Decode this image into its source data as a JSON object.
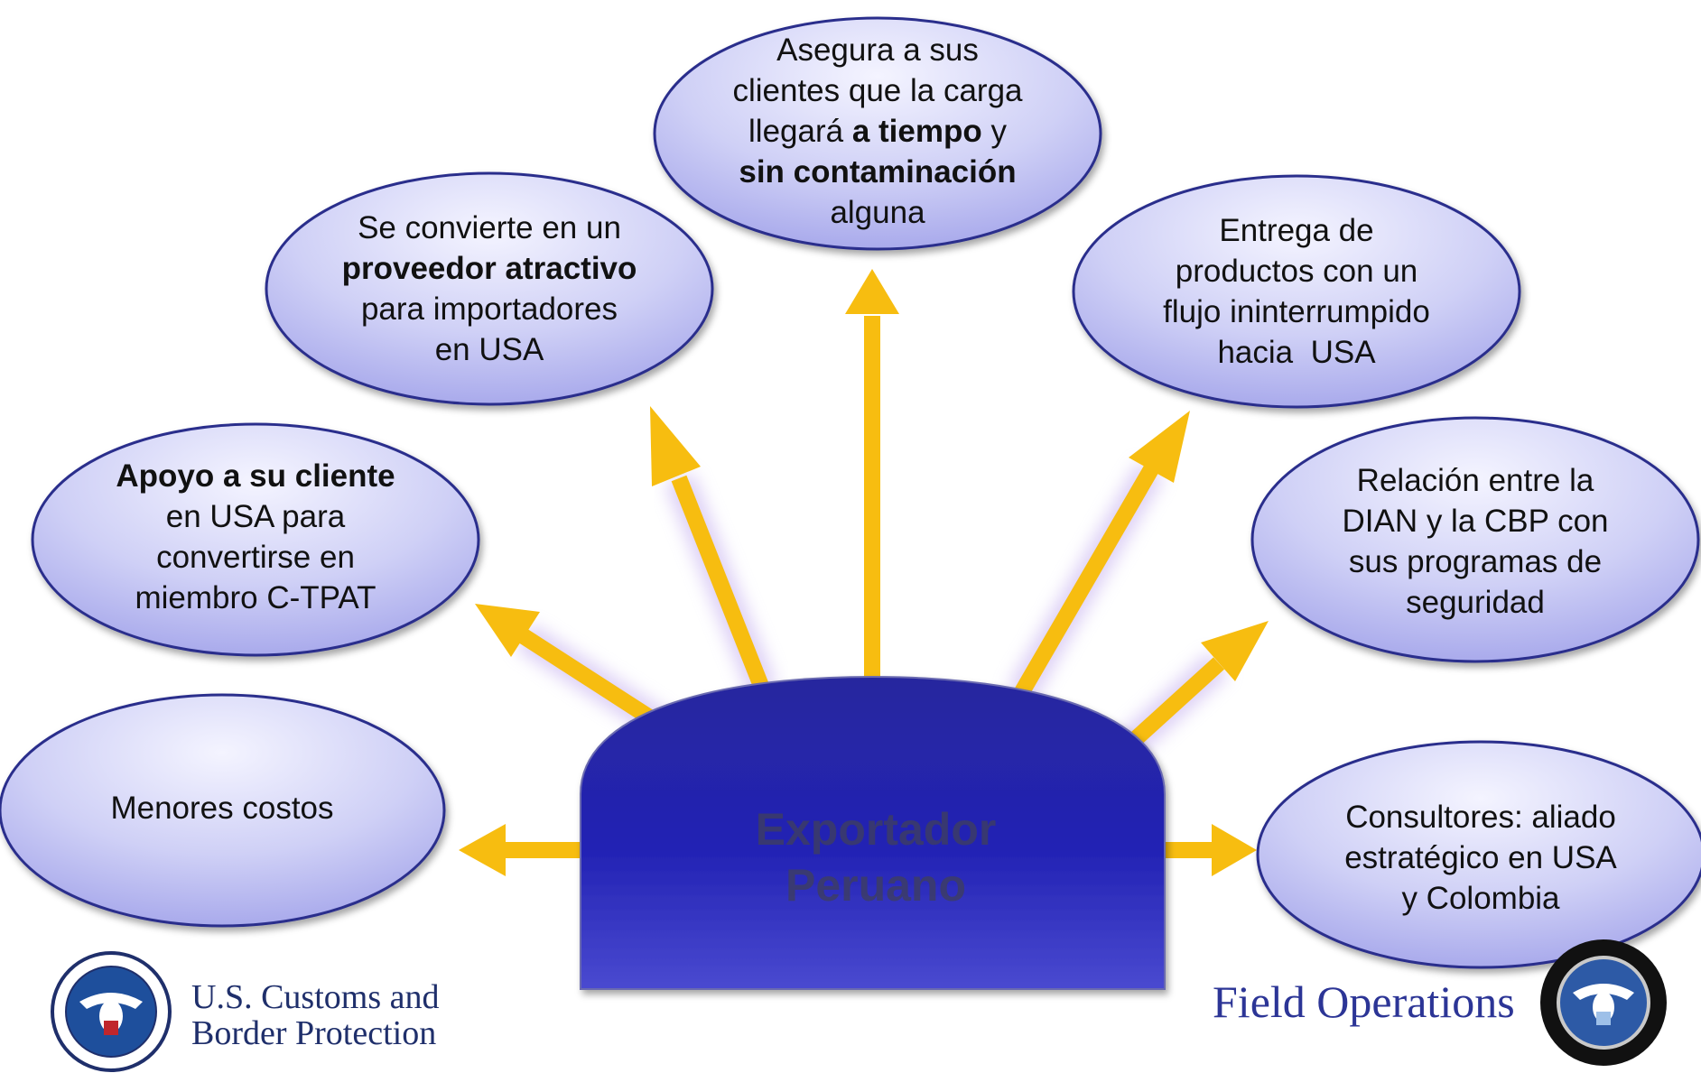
{
  "center": {
    "line1": "Exportador",
    "line2": "Peruano"
  },
  "bubbles": [
    {
      "lines": [
        [
          {
            "t": "Menores costos",
            "b": false
          }
        ]
      ]
    },
    {
      "lines": [
        [
          {
            "t": "Apoyo a su cliente",
            "b": true
          }
        ],
        [
          {
            "t": "en USA para",
            "b": false
          }
        ],
        [
          {
            "t": "convertirse en",
            "b": false
          }
        ],
        [
          {
            "t": "miembro C-TPAT",
            "b": false
          }
        ]
      ]
    },
    {
      "lines": [
        [
          {
            "t": "Se convierte en un",
            "b": false
          }
        ],
        [
          {
            "t": "proveedor atractivo",
            "b": true
          }
        ],
        [
          {
            "t": "para importadores",
            "b": false
          }
        ],
        [
          {
            "t": "en USA",
            "b": false
          }
        ]
      ]
    },
    {
      "lines": [
        [
          {
            "t": "Asegura a sus",
            "b": false
          }
        ],
        [
          {
            "t": "clientes que la carga",
            "b": false
          }
        ],
        [
          {
            "t": "llegará ",
            "b": false
          },
          {
            "t": "a tiempo",
            "b": true
          },
          {
            "t": " y",
            "b": false
          }
        ],
        [
          {
            "t": "sin contaminación",
            "b": true
          }
        ],
        [
          {
            "t": "alguna",
            "b": false
          }
        ]
      ]
    },
    {
      "lines": [
        [
          {
            "t": "Entrega de",
            "b": false
          }
        ],
        [
          {
            "t": "productos con un",
            "b": false
          }
        ],
        [
          {
            "t": "flujo ininterrumpido",
            "b": false
          }
        ],
        [
          {
            "t": "hacia  USA",
            "b": false
          }
        ]
      ]
    },
    {
      "lines": [
        [
          {
            "t": "Relación entre la",
            "b": false
          }
        ],
        [
          {
            "t": "DIAN y la CBP con",
            "b": false
          }
        ],
        [
          {
            "t": "sus programas de",
            "b": false
          }
        ],
        [
          {
            "t": "seguridad",
            "b": false
          }
        ]
      ]
    },
    {
      "lines": [
        [
          {
            "t": "Consultores: aliado",
            "b": false
          }
        ],
        [
          {
            "t": "estratégico en USA",
            "b": false
          }
        ],
        [
          {
            "t": "y Colombia",
            "b": false
          }
        ]
      ]
    }
  ],
  "logos": {
    "cbp": {
      "line1": "U.S. Customs and",
      "line2": "Border Protection"
    },
    "field_operations": "Field Operations"
  },
  "colors": {
    "bubble_light": "#eceefe",
    "bubble_dark": "#a8a9ee",
    "bubble_border": "#2a2e8c",
    "center_fill": "#2020a8",
    "arrow": "#f7bd10"
  }
}
